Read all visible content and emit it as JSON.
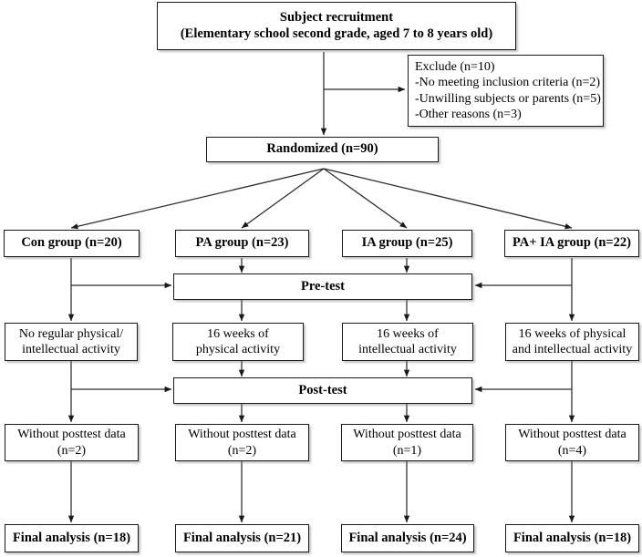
{
  "diagram": {
    "title_node": {
      "line1": "Subject recruitment",
      "line2": "(Elementary school second grade,  aged 7 to 8 years old)"
    },
    "exclude_node": {
      "line1": "Exclude  (n=10)",
      "line2": "-No meeting inclusion criteria (n=2)",
      "line3": "-Unwilling subjects or parents (n=5)",
      "line4": "-Other reasons (n=3)"
    },
    "randomized_node": {
      "label": "Randomized (n=90)"
    },
    "groups": [
      {
        "label": "Con group (n=20)"
      },
      {
        "label": "PA group (n=23)"
      },
      {
        "label": "IA group (n=25)"
      },
      {
        "label": "PA+ IA group (n=22)"
      }
    ],
    "pretest_bar": {
      "label": "Pre-test"
    },
    "posttest_bar": {
      "label": "Post-test"
    },
    "interventions": [
      {
        "line1": "No regular physical/",
        "line2": "intellectual activity"
      },
      {
        "line1": "16 weeks of",
        "line2": "physical activity"
      },
      {
        "line1": "16 weeks of",
        "line2": "intellectual activity"
      },
      {
        "line1": "16 weeks of physical",
        "line2": "and intellectual activity"
      }
    ],
    "dropouts": [
      {
        "line1": "Without posttest data",
        "line2": "(n=2)"
      },
      {
        "line1": "Without posttest data",
        "line2": "(n=2)"
      },
      {
        "line1": "Without posttest data",
        "line2": "(n=1)"
      },
      {
        "line1": "Without posttest data",
        "line2": "(n=4)"
      }
    ],
    "final_analysis": [
      {
        "label": "Final analysis (n=18)"
      },
      {
        "label": "Final analysis (n=21)"
      },
      {
        "label": "Final analysis (n=24)"
      },
      {
        "label": "Final analysis (n=18)"
      }
    ],
    "colors": {
      "stroke": "#1a1a1a",
      "connector": "#2b2b2b",
      "background": "#ffffff",
      "shadow": "#787878"
    }
  }
}
